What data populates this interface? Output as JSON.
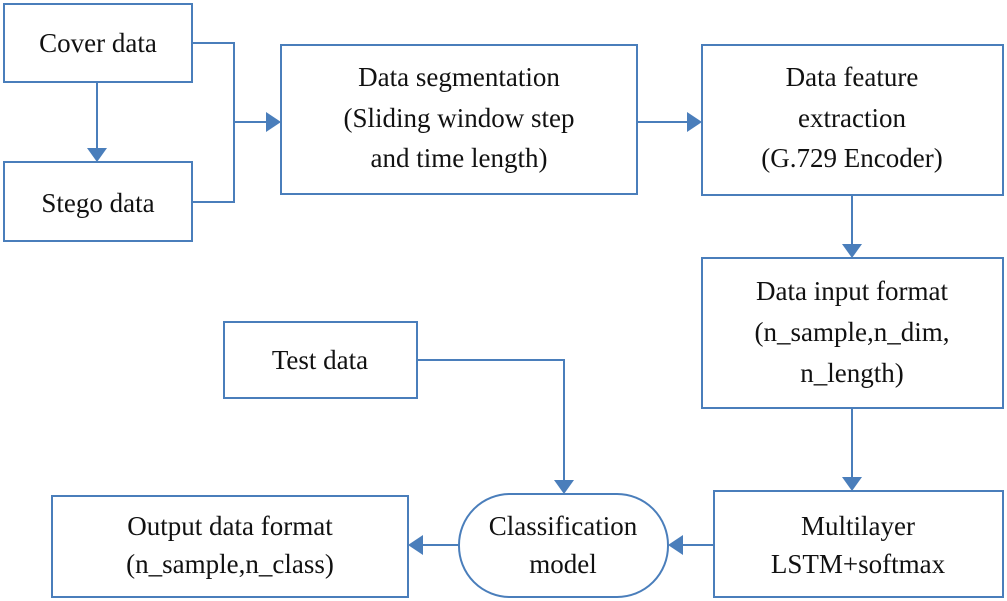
{
  "nodes": {
    "cover": {
      "lines": [
        "Cover data"
      ]
    },
    "stego": {
      "lines": [
        "Stego data"
      ]
    },
    "segmentation": {
      "lines": [
        "Data segmentation",
        "(Sliding window step",
        "and time length)"
      ]
    },
    "feature": {
      "lines": [
        "Data feature",
        "extraction",
        "(G.729 Encoder)"
      ]
    },
    "input_format": {
      "lines": [
        "Data input format",
        "(n_sample,n_dim,",
        "n_length)"
      ]
    },
    "lstm": {
      "lines": [
        "Multilayer",
        "LSTM+softmax"
      ]
    },
    "classifier": {
      "lines": [
        "Classification",
        "model"
      ]
    },
    "test": {
      "lines": [
        "Test data"
      ]
    },
    "output": {
      "lines": [
        "Output data format",
        "(n_sample,n_class)"
      ]
    }
  },
  "colors": {
    "stroke": "#4a7ebb",
    "text": "#111111",
    "background": "#ffffff"
  }
}
